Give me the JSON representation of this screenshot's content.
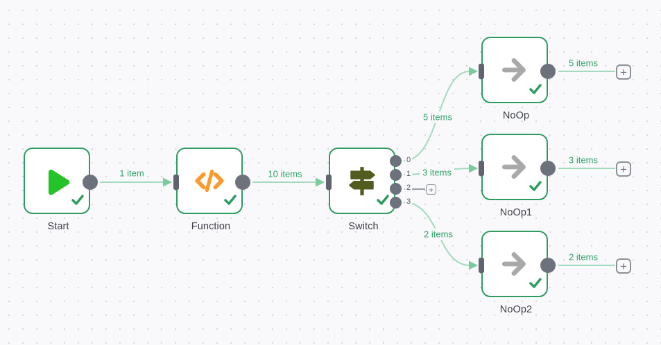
{
  "canvas": {
    "background": "#f9f9fb",
    "dot_color": "#d7d7de"
  },
  "colors": {
    "node_border_success": "#2d9c5f",
    "wire": "#a3dabd",
    "wire_arrow": "#7bcb9e",
    "wire_label_text": "#2fa268",
    "output_endpoint": "#6d717c",
    "input_endpoint": "#60646e",
    "node_label_text": "#3f414a",
    "port_number_text": "#555962",
    "plus_button": "#8d919a",
    "unconnected_stub": "#999ca3",
    "start_icon": "#23c329",
    "function_icon": "#f99b2d",
    "switch_icon": "#525c1e",
    "noop_icon": "#a9a9a9"
  },
  "icons": {
    "plus_glyph": "+"
  },
  "nodes": [
    {
      "id": "start",
      "label": "Start",
      "icon": "play-icon",
      "status": "success"
    },
    {
      "id": "function",
      "label": "Function",
      "icon": "code-brackets-icon",
      "status": "success"
    },
    {
      "id": "switch",
      "label": "Switch",
      "icon": "signpost-icon",
      "status": "success",
      "output_ports": [
        "0",
        "1",
        "2",
        "3"
      ]
    },
    {
      "id": "noop",
      "label": "NoOp",
      "icon": "arrow-right-icon",
      "status": "success"
    },
    {
      "id": "noop1",
      "label": "NoOp1",
      "icon": "arrow-right-icon",
      "status": "success"
    },
    {
      "id": "noop2",
      "label": "NoOp2",
      "icon": "arrow-right-icon",
      "status": "success"
    }
  ],
  "connections": [
    {
      "from": "Start",
      "to": "Function",
      "label": "1 item"
    },
    {
      "from": "Function",
      "to": "Switch",
      "label": "10 items"
    },
    {
      "from": "Switch:0",
      "to": "NoOp",
      "label": "5 items"
    },
    {
      "from": "Switch:1",
      "to": "NoOp1",
      "label": "3 items"
    },
    {
      "from": "Switch:3",
      "to": "NoOp2",
      "label": "2 items"
    },
    {
      "from": "NoOp",
      "to": "add-node",
      "label": "5 items"
    },
    {
      "from": "NoOp1",
      "to": "add-node",
      "label": "3 items"
    },
    {
      "from": "NoOp2",
      "to": "add-node",
      "label": "2 items"
    }
  ]
}
